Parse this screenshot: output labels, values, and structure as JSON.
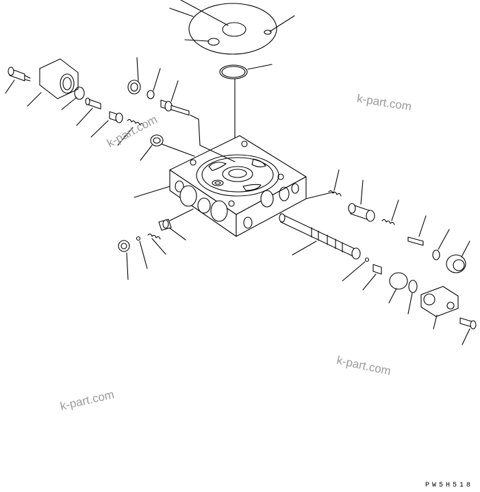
{
  "diagram": {
    "watermarks": [
      "k-part.com",
      "k-part.com",
      "k-part.com",
      "k-part.com"
    ],
    "drawing_code": "PW5H518"
  }
}
